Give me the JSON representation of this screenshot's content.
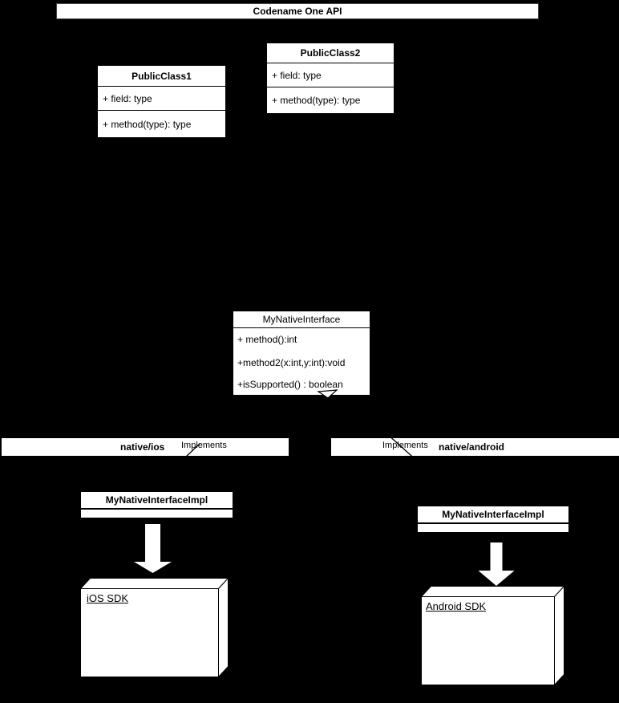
{
  "api_bar": {
    "title": "Codename One API"
  },
  "classes": {
    "public_class1": {
      "title": "PublicClass1",
      "members": [
        "+ field: type",
        "+ method(type): type"
      ]
    },
    "public_class2": {
      "title": "PublicClass2",
      "members": [
        "+ field: type",
        "+ method(type): type"
      ]
    },
    "my_native_interface": {
      "title": "MyNativeInterface",
      "members": [
        "+ method():int",
        "+method2(x:int,y:int):void",
        "+isSupported() : boolean"
      ]
    }
  },
  "sections": {
    "ios": {
      "label": "native/ios",
      "implements_label": "Implements"
    },
    "android": {
      "label": "native/android",
      "implements_label": "Implements"
    }
  },
  "implementations": {
    "ios": {
      "title": "MyNativeInterfaceImpl"
    },
    "android": {
      "title": "MyNativeInterfaceImpl"
    }
  },
  "nodes": {
    "ios_sdk": {
      "label": "iOS SDK"
    },
    "android_sdk": {
      "label": "Android SDK"
    }
  },
  "icons": {
    "realization_triangle": "hollow-triangle-arrowhead",
    "flow_arrow": "solid-block-down-arrow"
  },
  "colors": {
    "background": "#000000",
    "shape_fill": "#ffffff",
    "line": "#000000",
    "text": "#000000"
  }
}
